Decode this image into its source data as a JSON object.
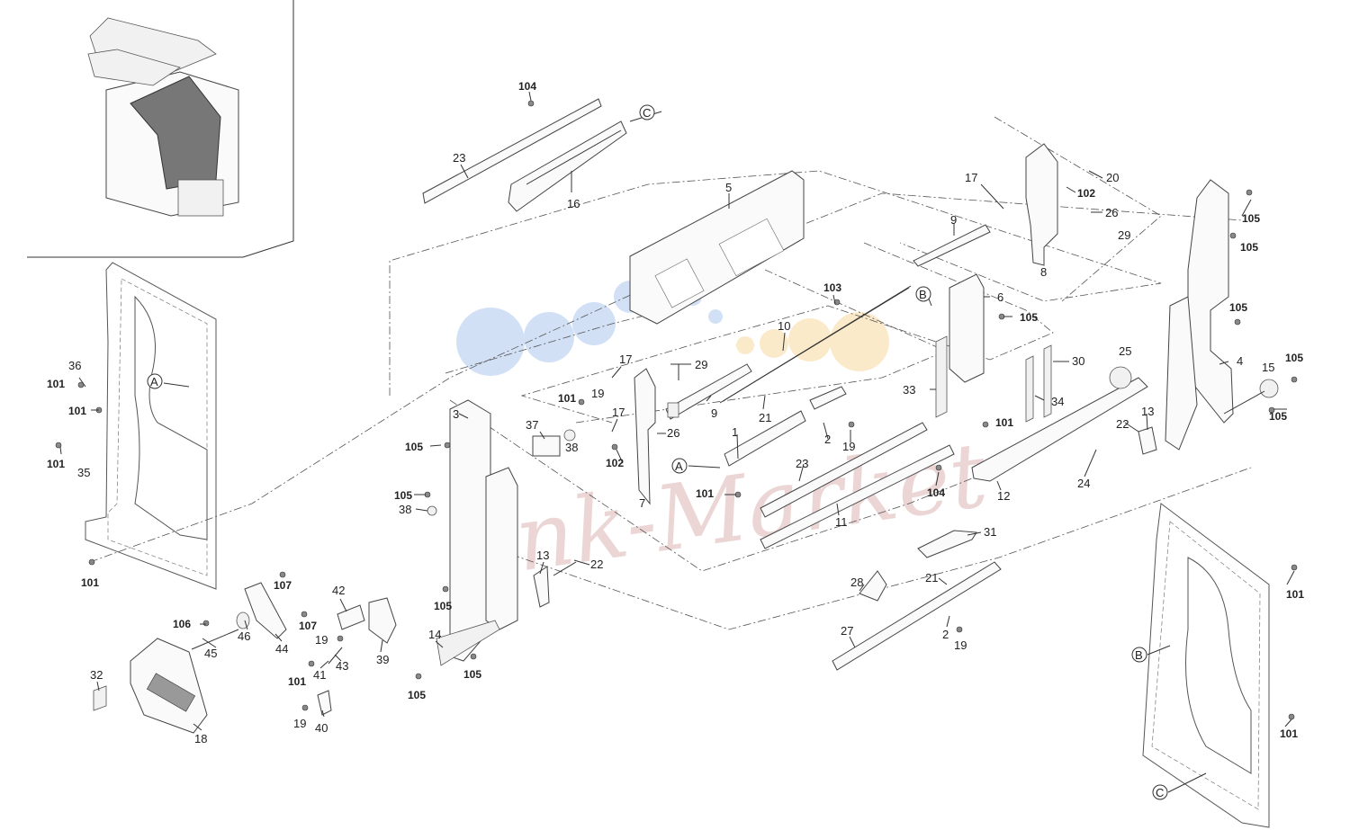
{
  "watermark": "Ink-Market",
  "colors": {
    "watermark": "#c98a8a",
    "dot_blue": "#7fa8e6",
    "dot_orange": "#f6c46a",
    "line": "#333333",
    "screw": "#888888"
  },
  "callouts": {
    "A1": "A",
    "A2": "A",
    "B1": "B",
    "B2": "B",
    "C1": "C",
    "C2": "C"
  },
  "labels": [
    {
      "id": "l104a",
      "t": "104",
      "b": true
    },
    {
      "id": "l23a",
      "t": "23"
    },
    {
      "id": "l16",
      "t": "16"
    },
    {
      "id": "l5",
      "t": "5"
    },
    {
      "id": "l17a",
      "t": "17"
    },
    {
      "id": "l20",
      "t": "20"
    },
    {
      "id": "l102a",
      "t": "102",
      "b": true
    },
    {
      "id": "l26a",
      "t": "26"
    },
    {
      "id": "l29a",
      "t": "29"
    },
    {
      "id": "l8",
      "t": "8"
    },
    {
      "id": "l9a",
      "t": "9"
    },
    {
      "id": "l105a",
      "t": "105",
      "b": true
    },
    {
      "id": "l105b",
      "t": "105",
      "b": true
    },
    {
      "id": "l6",
      "t": "6"
    },
    {
      "id": "l105c",
      "t": "105",
      "b": true
    },
    {
      "id": "l103",
      "t": "103",
      "b": true
    },
    {
      "id": "l10",
      "t": "10"
    },
    {
      "id": "l105d",
      "t": "105",
      "b": true
    },
    {
      "id": "l30",
      "t": "30"
    },
    {
      "id": "l25",
      "t": "25"
    },
    {
      "id": "l4",
      "t": "4"
    },
    {
      "id": "l15",
      "t": "15"
    },
    {
      "id": "l105e",
      "t": "105",
      "b": true
    },
    {
      "id": "l105f",
      "t": "105",
      "b": true
    },
    {
      "id": "l36",
      "t": "36"
    },
    {
      "id": "l101a",
      "t": "101",
      "b": true
    },
    {
      "id": "l101b",
      "t": "101",
      "b": true
    },
    {
      "id": "l101c",
      "t": "101",
      "b": true
    },
    {
      "id": "l35",
      "t": "35"
    },
    {
      "id": "l101d",
      "t": "101",
      "b": true
    },
    {
      "id": "l17b",
      "t": "17"
    },
    {
      "id": "l29b",
      "t": "29"
    },
    {
      "id": "l101e",
      "t": "101",
      "b": true
    },
    {
      "id": "l19a",
      "t": "19"
    },
    {
      "id": "l17c",
      "t": "17"
    },
    {
      "id": "l9b",
      "t": "9"
    },
    {
      "id": "l21a",
      "t": "21"
    },
    {
      "id": "l33",
      "t": "33"
    },
    {
      "id": "l34",
      "t": "34"
    },
    {
      "id": "l3",
      "t": "3"
    },
    {
      "id": "l37",
      "t": "37"
    },
    {
      "id": "l38a",
      "t": "38"
    },
    {
      "id": "l26b",
      "t": "26"
    },
    {
      "id": "l105g",
      "t": "105",
      "b": true
    },
    {
      "id": "l102b",
      "t": "102",
      "b": true
    },
    {
      "id": "l7",
      "t": "7"
    },
    {
      "id": "l1",
      "t": "1"
    },
    {
      "id": "l2a",
      "t": "2"
    },
    {
      "id": "l19b",
      "t": "19"
    },
    {
      "id": "l101f",
      "t": "101",
      "b": true
    },
    {
      "id": "l22a",
      "t": "22"
    },
    {
      "id": "l13a",
      "t": "13"
    },
    {
      "id": "l23b",
      "t": "23"
    },
    {
      "id": "l104b",
      "t": "104",
      "b": true
    },
    {
      "id": "l12",
      "t": "12"
    },
    {
      "id": "l24",
      "t": "24"
    },
    {
      "id": "l105h",
      "t": "105",
      "b": true
    },
    {
      "id": "l38b",
      "t": "38"
    },
    {
      "id": "l101g",
      "t": "101",
      "b": true
    },
    {
      "id": "l11",
      "t": "11"
    },
    {
      "id": "l31",
      "t": "31"
    },
    {
      "id": "l13b",
      "t": "13"
    },
    {
      "id": "l22b",
      "t": "22"
    },
    {
      "id": "l21b",
      "t": "21"
    },
    {
      "id": "l28",
      "t": "28"
    },
    {
      "id": "l107a",
      "t": "107",
      "b": true
    },
    {
      "id": "l42",
      "t": "42"
    },
    {
      "id": "l105i",
      "t": "105",
      "b": true
    },
    {
      "id": "l106",
      "t": "106",
      "b": true
    },
    {
      "id": "l46",
      "t": "46"
    },
    {
      "id": "l107b",
      "t": "107",
      "b": true
    },
    {
      "id": "l44",
      "t": "44"
    },
    {
      "id": "l45",
      "t": "45"
    },
    {
      "id": "l19c",
      "t": "19"
    },
    {
      "id": "l14",
      "t": "14"
    },
    {
      "id": "l39",
      "t": "39"
    },
    {
      "id": "l27",
      "t": "27"
    },
    {
      "id": "l2b",
      "t": "2"
    },
    {
      "id": "l19d",
      "t": "19"
    },
    {
      "id": "l41",
      "t": "41"
    },
    {
      "id": "l43",
      "t": "43"
    },
    {
      "id": "l101h",
      "t": "101",
      "b": true
    },
    {
      "id": "l105j",
      "t": "105",
      "b": true
    },
    {
      "id": "l105k",
      "t": "105",
      "b": true
    },
    {
      "id": "l32",
      "t": "32"
    },
    {
      "id": "l19e",
      "t": "19"
    },
    {
      "id": "l40",
      "t": "40"
    },
    {
      "id": "l18",
      "t": "18"
    },
    {
      "id": "l101i",
      "t": "101",
      "b": true
    },
    {
      "id": "l101j",
      "t": "101",
      "b": true
    }
  ]
}
